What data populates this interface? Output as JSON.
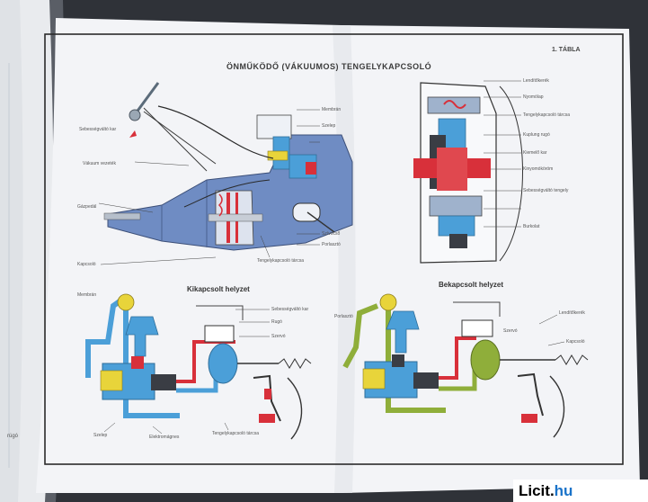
{
  "plate": {
    "title": "ÖNMŰKÖDŐ (VÁKUUMOS) TENGELYKAPCSOLÓ",
    "number": "1. TÁBLA"
  },
  "states": {
    "left": "Kikapcsolt helyzet",
    "right": "Bekapcsolt helyzet"
  },
  "labels": {
    "top_left": [
      "Sebességváltó kar",
      "Vákuum vezeték",
      "Gázpedál",
      "Kapcsoló"
    ],
    "top_center": [
      "Membrán",
      "Szelep",
      "Tengelykapcsoló tárcsa",
      "Szívócső",
      "Porlasztó"
    ],
    "top_right": [
      "Lendítőkerék",
      "Nyomólap",
      "Tengelykapcsoló tárcsa",
      "Kuplung rugó",
      "Kiemelő kar",
      "Kinyomóköröm",
      "Sebességváltó tengely",
      "Burkolat"
    ],
    "bottom_left": [
      "Membrán",
      "Sebességváltó kar",
      "Szelep",
      "Elektromágnes",
      "Tengelykapcsoló tárcsa",
      "Szervó",
      "Rugó"
    ],
    "bottom_right": [
      "Porlasztó",
      "Lendítőkerék",
      "Kapcsoló",
      "Szervó"
    ],
    "left_page": [
      "rúgó"
    ]
  },
  "watermark": {
    "brand": "Licit.",
    "tld": "hu"
  },
  "colors": {
    "vacuum_blue": "#4b9fd8",
    "engine_blue": "#6a88c0",
    "pressure_red": "#d8303a",
    "oil_yellow": "#e8d43a",
    "olive_green": "#8fae3a",
    "page": "#f5f6f8"
  }
}
